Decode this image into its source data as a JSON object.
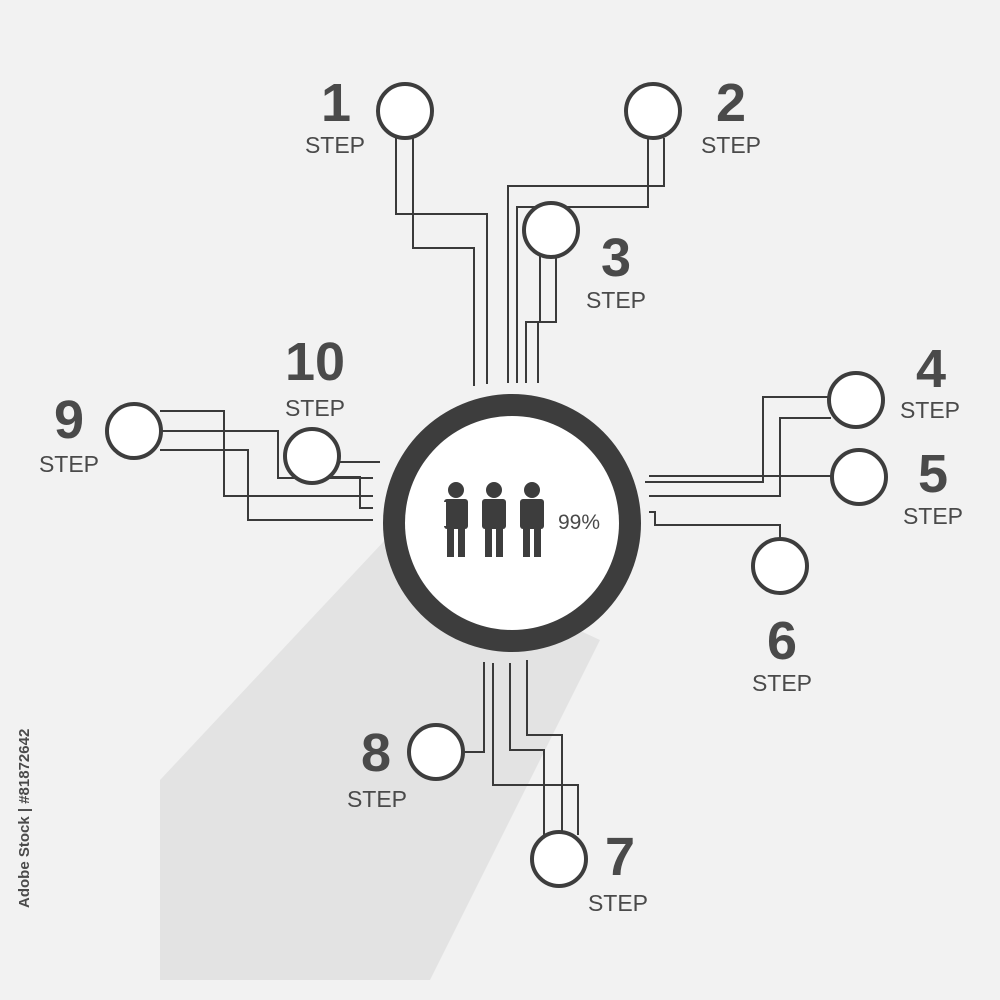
{
  "diagram": {
    "center": {
      "percent_text": "99%",
      "icon": "three-people-icon"
    },
    "steps": [
      {
        "id": 1,
        "number": "1",
        "label": "STEP"
      },
      {
        "id": 2,
        "number": "2",
        "label": "STEP"
      },
      {
        "id": 3,
        "number": "3",
        "label": "STEP"
      },
      {
        "id": 4,
        "number": "4",
        "label": "STEP"
      },
      {
        "id": 5,
        "number": "5",
        "label": "STEP"
      },
      {
        "id": 6,
        "number": "6",
        "label": "STEP"
      },
      {
        "id": 7,
        "number": "7",
        "label": "STEP"
      },
      {
        "id": 8,
        "number": "8",
        "label": "STEP"
      },
      {
        "id": 9,
        "number": "9",
        "label": "STEP"
      },
      {
        "id": 10,
        "number": "10",
        "label": "STEP"
      }
    ]
  },
  "watermark": {
    "stock_id": "Adobe Stock | #81872642"
  },
  "colors": {
    "background": "#f2f2f2",
    "dark": "#3d3d3d",
    "node_fill": "#ffffff",
    "text": "#4a4a4a"
  }
}
